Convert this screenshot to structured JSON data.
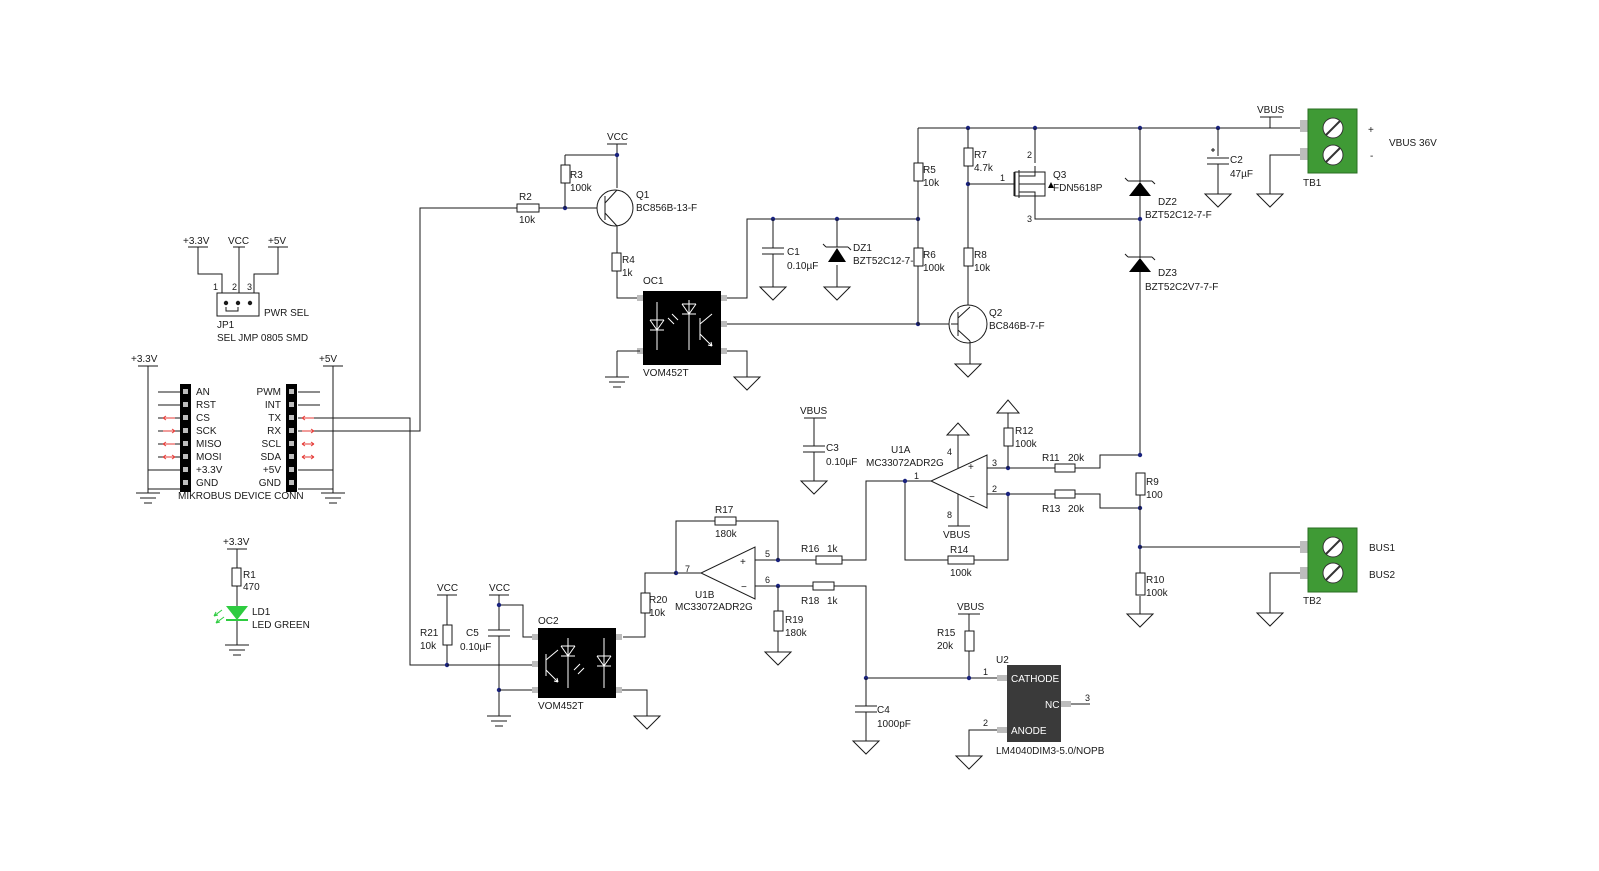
{
  "nets": {
    "vcc": "VCC",
    "vbus": "VBUS",
    "v33": "+3.3V",
    "v5": "+5V"
  },
  "parts": {
    "R1": {
      "ref": "R1",
      "val": "470"
    },
    "R2": {
      "ref": "R2",
      "val": "10k"
    },
    "R3": {
      "ref": "R3",
      "val": "100k"
    },
    "R4": {
      "ref": "R4",
      "val": "1k"
    },
    "R5": {
      "ref": "R5",
      "val": "10k"
    },
    "R6": {
      "ref": "R6",
      "val": "100k"
    },
    "R7": {
      "ref": "R7",
      "val": "4.7k"
    },
    "R8": {
      "ref": "R8",
      "val": "10k"
    },
    "R9": {
      "ref": "R9",
      "val": "100"
    },
    "R10": {
      "ref": "R10",
      "val": "100k"
    },
    "R11": {
      "ref": "R11",
      "val": "20k"
    },
    "R12": {
      "ref": "R12",
      "val": "100k"
    },
    "R13": {
      "ref": "R13",
      "val": "20k"
    },
    "R14": {
      "ref": "R14",
      "val": "100k"
    },
    "R15": {
      "ref": "R15",
      "val": "20k"
    },
    "R16": {
      "ref": "R16",
      "val": "1k"
    },
    "R17": {
      "ref": "R17",
      "val": "180k"
    },
    "R18": {
      "ref": "R18",
      "val": "1k"
    },
    "R19": {
      "ref": "R19",
      "val": "180k"
    },
    "R20": {
      "ref": "R20",
      "val": "10k"
    },
    "R21": {
      "ref": "R21",
      "val": "10k"
    },
    "C1": {
      "ref": "C1",
      "val": "0.10µF"
    },
    "C2": {
      "ref": "C2",
      "val": "47µF"
    },
    "C3": {
      "ref": "C3",
      "val": "0.10µF"
    },
    "C4": {
      "ref": "C4",
      "val": "1000pF"
    },
    "C5": {
      "ref": "C5",
      "val": "0.10µF"
    },
    "Q1": {
      "ref": "Q1",
      "val": "BC856B-13-F"
    },
    "Q2": {
      "ref": "Q2",
      "val": "BC846B-7-F"
    },
    "Q3": {
      "ref": "Q3",
      "val": "FDN5618P"
    },
    "DZ1": {
      "ref": "DZ1",
      "val": "BZT52C12-7-F"
    },
    "DZ2": {
      "ref": "DZ2",
      "val": "BZT52C12-7-F"
    },
    "DZ3": {
      "ref": "DZ3",
      "val": "BZT52C2V7-7-F"
    },
    "OC1": {
      "ref": "OC1",
      "val": "VOM452T"
    },
    "OC2": {
      "ref": "OC2",
      "val": "VOM452T"
    },
    "U1A": {
      "ref": "U1A",
      "val": "MC33072ADR2G"
    },
    "U1B": {
      "ref": "U1B",
      "val": "MC33072ADR2G"
    },
    "U2": {
      "ref": "U2",
      "val": "LM4040DIM3-5.0/NOPB",
      "cathode": "CATHODE",
      "anode": "ANODE",
      "nc": "NC"
    },
    "LD1": {
      "ref": "LD1",
      "val": "LED GREEN"
    },
    "JP1": {
      "ref": "JP1",
      "val": "SEL JMP 0805 SMD",
      "label": "PWR SEL"
    },
    "TB1": {
      "ref": "TB1",
      "label": "VBUS 36V",
      "plus": "+",
      "minus": "-"
    },
    "TB2": {
      "ref": "TB2",
      "pin1": "BUS1",
      "pin2": "BUS2"
    }
  },
  "mikrobus": {
    "title": "MIKROBUS DEVICE CONN",
    "left": [
      "AN",
      "RST",
      "CS",
      "SCK",
      "MISO",
      "MOSI",
      "+3.3V",
      "GND"
    ],
    "right": [
      "PWM",
      "INT",
      "TX",
      "RX",
      "SCL",
      "SDA",
      "+5V",
      "GND"
    ]
  },
  "pin_numbers": {
    "jp1": [
      "1",
      "2",
      "3"
    ],
    "q3": [
      "1",
      "2",
      "3"
    ],
    "u1a": [
      "1",
      "2",
      "3",
      "4",
      "8"
    ],
    "u1b": [
      "5",
      "6",
      "7"
    ],
    "u2": [
      "1",
      "2",
      "3"
    ],
    "u1a_plus": "+",
    "u1a_minus": "−",
    "u1b_plus": "+",
    "u1b_minus": "−"
  },
  "colors": {
    "wire": "#1a1a1a",
    "junction": "#1a237e",
    "terminal_green": "#3f9a35",
    "led_green": "#2ecc40",
    "arrow_red": "#e53935",
    "u2_body": "#3a3a3a"
  }
}
